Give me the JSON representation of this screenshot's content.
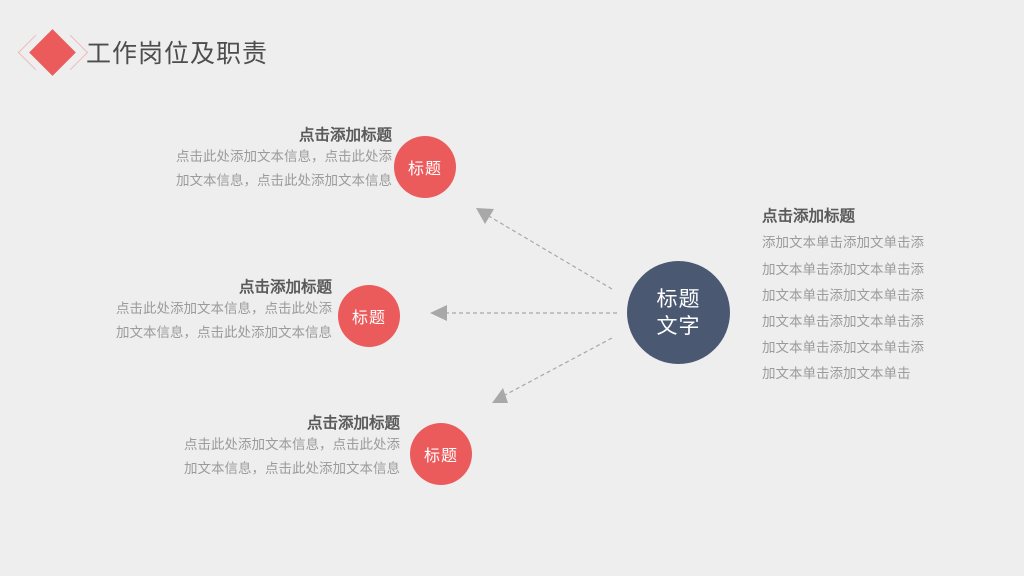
{
  "page": {
    "background_color": "#eeeeee",
    "accent_red": "#ec5b5b",
    "hub_navy": "#4a5872",
    "heading_gray": "#5a5a5a",
    "body_gray": "#9b9b9b"
  },
  "header": {
    "icon": "red-diamond-icon",
    "title": "工作岗位及职责"
  },
  "hub": {
    "line1": "标题",
    "line2": "文字"
  },
  "branches": [
    {
      "id": "top-left",
      "heading": "点击添加标题",
      "body_lines": [
        "点击此处添加文本信息，点击此处添",
        "加文本信息，点击此处添加文本信息"
      ],
      "node_label": "标题"
    },
    {
      "id": "middle-left",
      "heading": "点击添加标题",
      "body_lines": [
        "点击此处添加文本信息，点击此处添",
        "加文本信息，点击此处添加文本信息"
      ],
      "node_label": "标题"
    },
    {
      "id": "bottom-left",
      "heading": "点击添加标题",
      "body_lines": [
        "点击此处添加文本信息，点击此处添",
        "加文本信息，点击此处添加文本信息"
      ],
      "node_label": "标题"
    }
  ],
  "right_panel": {
    "heading": "点击添加标题",
    "body_lines": [
      "添加文本单击添加文单击添",
      "加文本单击添加文本单击添",
      "加文本单击添加文本单击添",
      "加文本单击添加文本单击添",
      "加文本单击添加文本单击添",
      "加文本单击添加文本单击"
    ]
  },
  "connectors": {
    "style": "dashed-arrow",
    "color": "#a8a8a8",
    "arrows": [
      {
        "id": "hub-to-top-left",
        "direction": "up-left"
      },
      {
        "id": "hub-to-middle-left",
        "direction": "left"
      },
      {
        "id": "hub-to-bottom-left",
        "direction": "down-left"
      }
    ]
  }
}
